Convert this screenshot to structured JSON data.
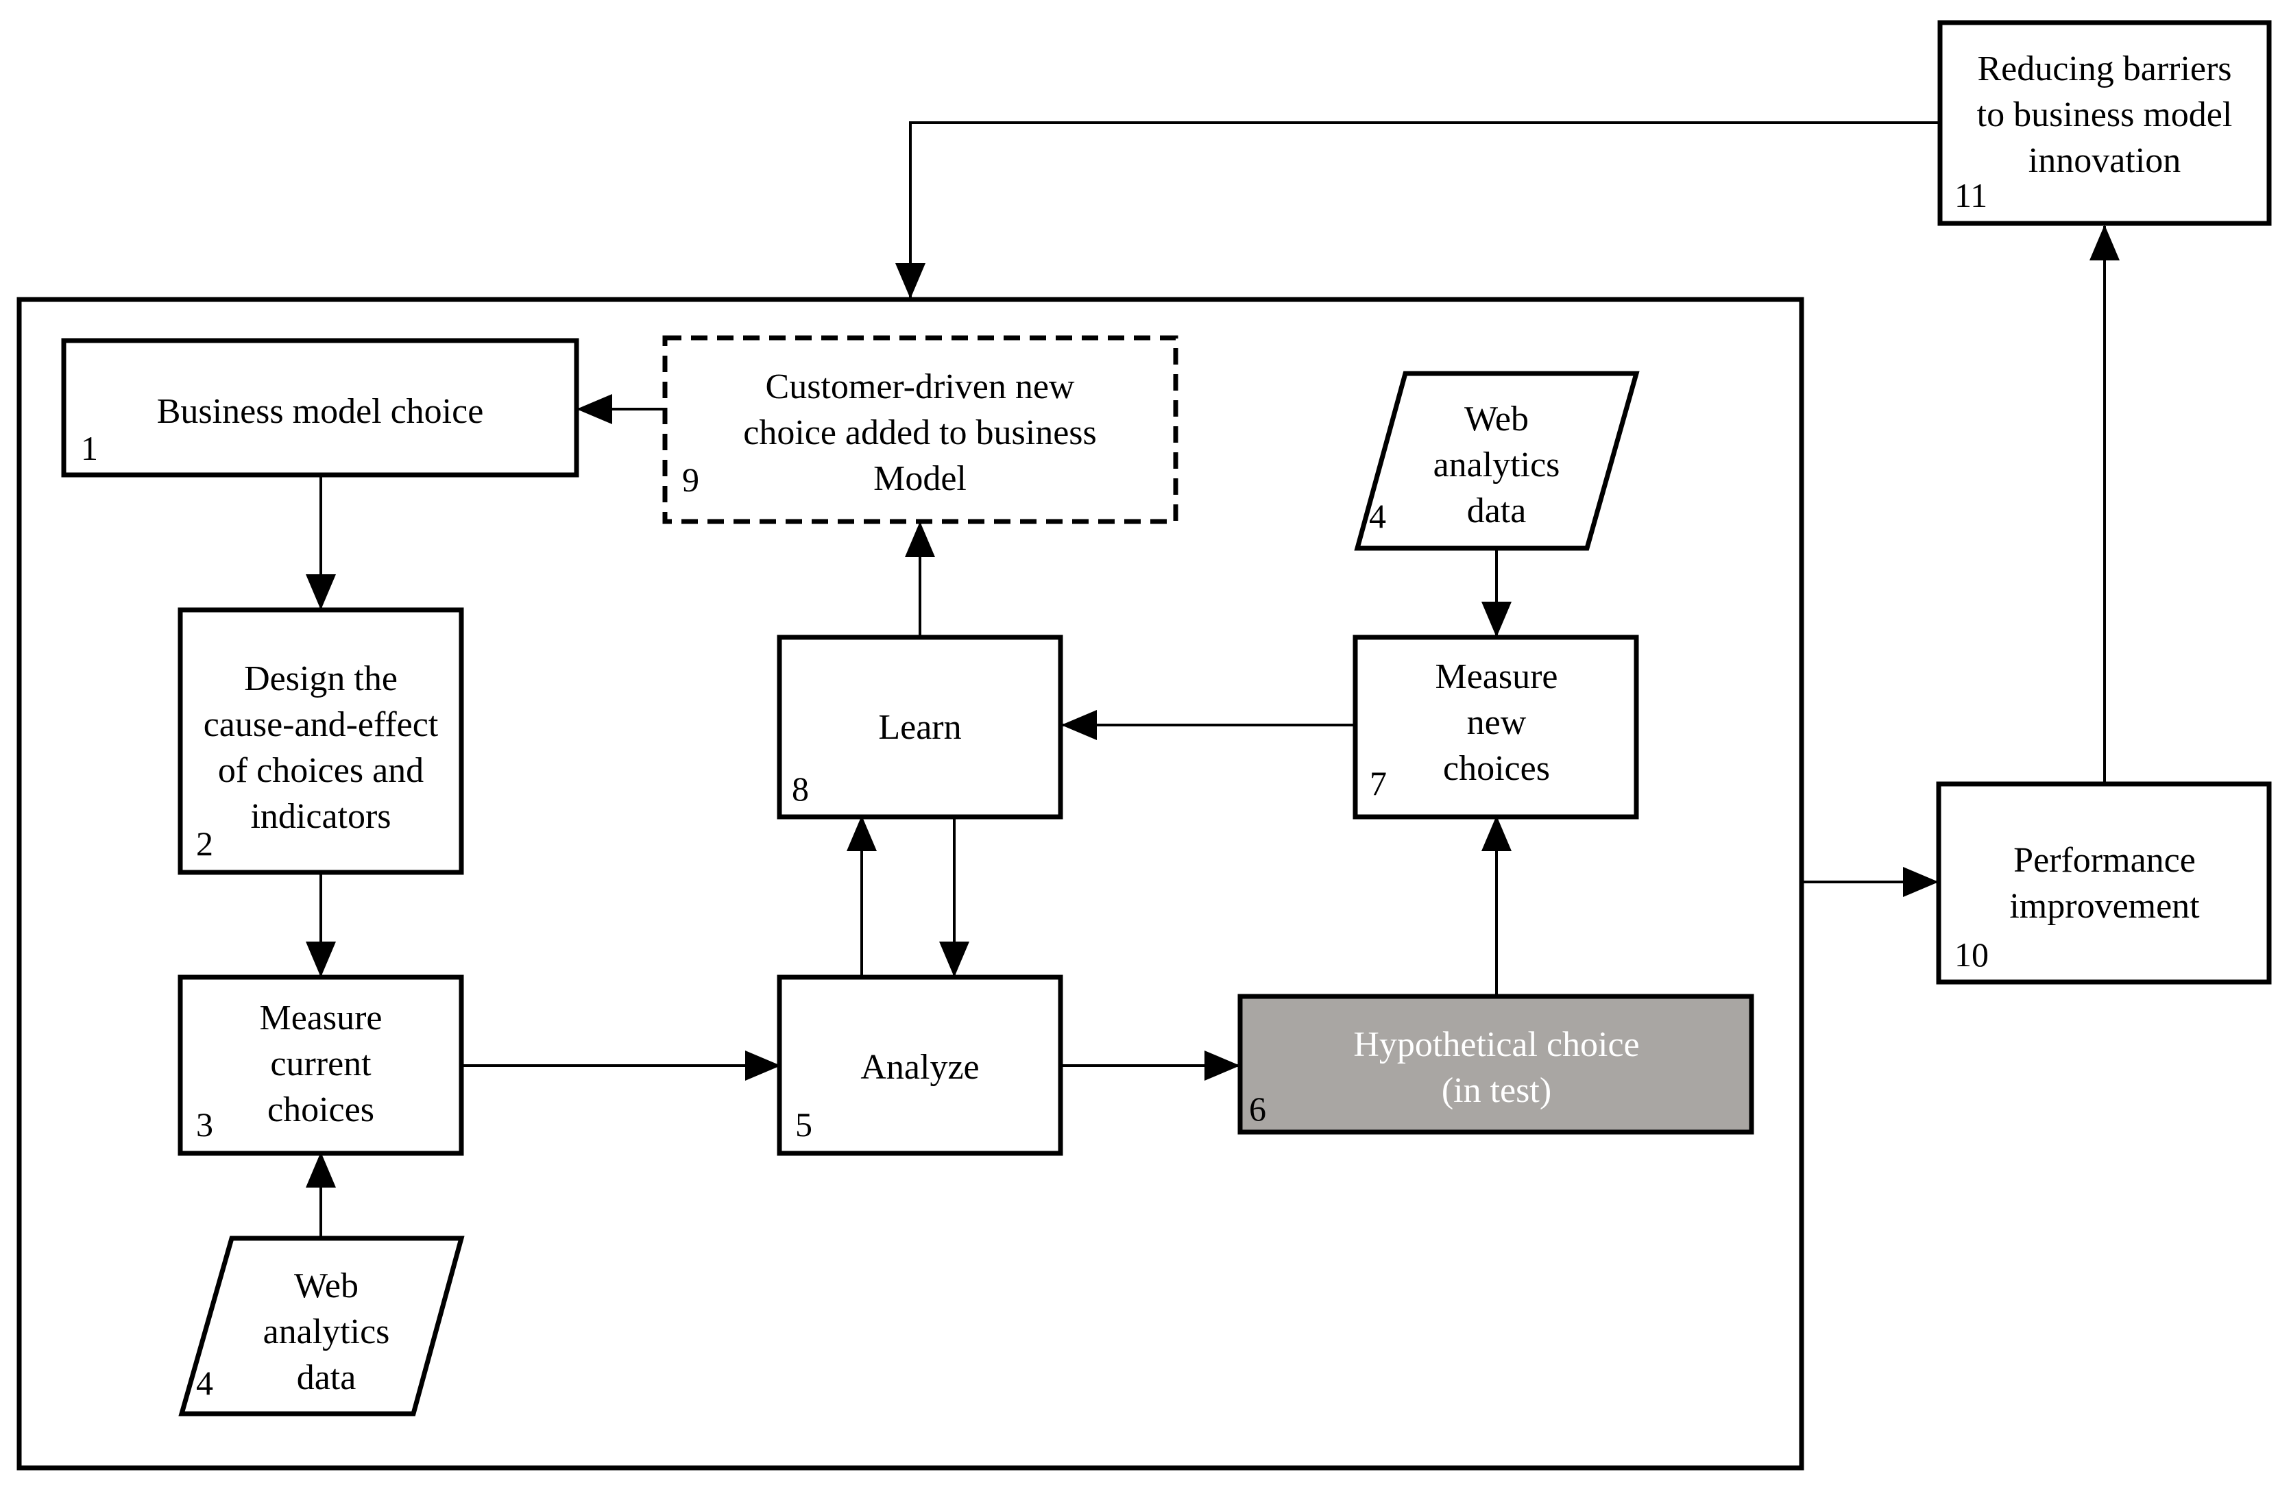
{
  "nodes": [
    {
      "id": "business-model-choice",
      "number": "1",
      "lines": [
        "Business model choice"
      ]
    },
    {
      "id": "design-cause-effect",
      "number": "2",
      "lines": [
        "Design the",
        "cause-and-effect",
        "of choices and",
        "indicators"
      ]
    },
    {
      "id": "measure-current-choices",
      "number": "3",
      "lines": [
        "Measure",
        "current",
        "choices"
      ]
    },
    {
      "id": "web-analytics-data-bottom",
      "number": "4",
      "lines": [
        "Web",
        "analytics",
        "data"
      ]
    },
    {
      "id": "web-analytics-data-top",
      "number": "4",
      "lines": [
        "Web",
        "analytics",
        "data"
      ]
    },
    {
      "id": "analyze",
      "number": "5",
      "lines": [
        "Analyze"
      ]
    },
    {
      "id": "hypothetical-choice",
      "number": "6",
      "lines": [
        "Hypothetical choice",
        "(in test)"
      ]
    },
    {
      "id": "measure-new-choices",
      "number": "7",
      "lines": [
        "Measure",
        "new",
        "choices"
      ]
    },
    {
      "id": "learn",
      "number": "8",
      "lines": [
        "Learn"
      ]
    },
    {
      "id": "customer-driven-new-choice",
      "number": "9",
      "lines": [
        "Customer-driven new",
        "choice added to business",
        "Model"
      ]
    },
    {
      "id": "performance-improvement",
      "number": "10",
      "lines": [
        "Performance",
        "improvement"
      ]
    },
    {
      "id": "reducing-barriers",
      "number": "11",
      "lines": [
        "Reducing barriers",
        "to business model",
        "innovation"
      ]
    }
  ],
  "edges": [
    {
      "from": "customer-driven-new-choice",
      "to": "business-model-choice"
    },
    {
      "from": "business-model-choice",
      "to": "design-cause-effect"
    },
    {
      "from": "design-cause-effect",
      "to": "measure-current-choices"
    },
    {
      "from": "web-analytics-data-bottom",
      "to": "measure-current-choices"
    },
    {
      "from": "measure-current-choices",
      "to": "analyze"
    },
    {
      "from": "analyze",
      "to": "hypothetical-choice"
    },
    {
      "from": "hypothetical-choice",
      "to": "measure-new-choices"
    },
    {
      "from": "web-analytics-data-top",
      "to": "measure-new-choices"
    },
    {
      "from": "measure-new-choices",
      "to": "learn"
    },
    {
      "from": "analyze",
      "to": "learn"
    },
    {
      "from": "learn",
      "to": "analyze"
    },
    {
      "from": "learn",
      "to": "customer-driven-new-choice"
    },
    {
      "from": "process-frame",
      "to": "performance-improvement"
    },
    {
      "from": "performance-improvement",
      "to": "reducing-barriers"
    },
    {
      "from": "reducing-barriers",
      "to": "process-frame"
    }
  ],
  "colors": {
    "stroke": "#000000",
    "background": "#ffffff",
    "highlight_fill": "#a9a6a3",
    "highlight_text": "#ffffff"
  }
}
